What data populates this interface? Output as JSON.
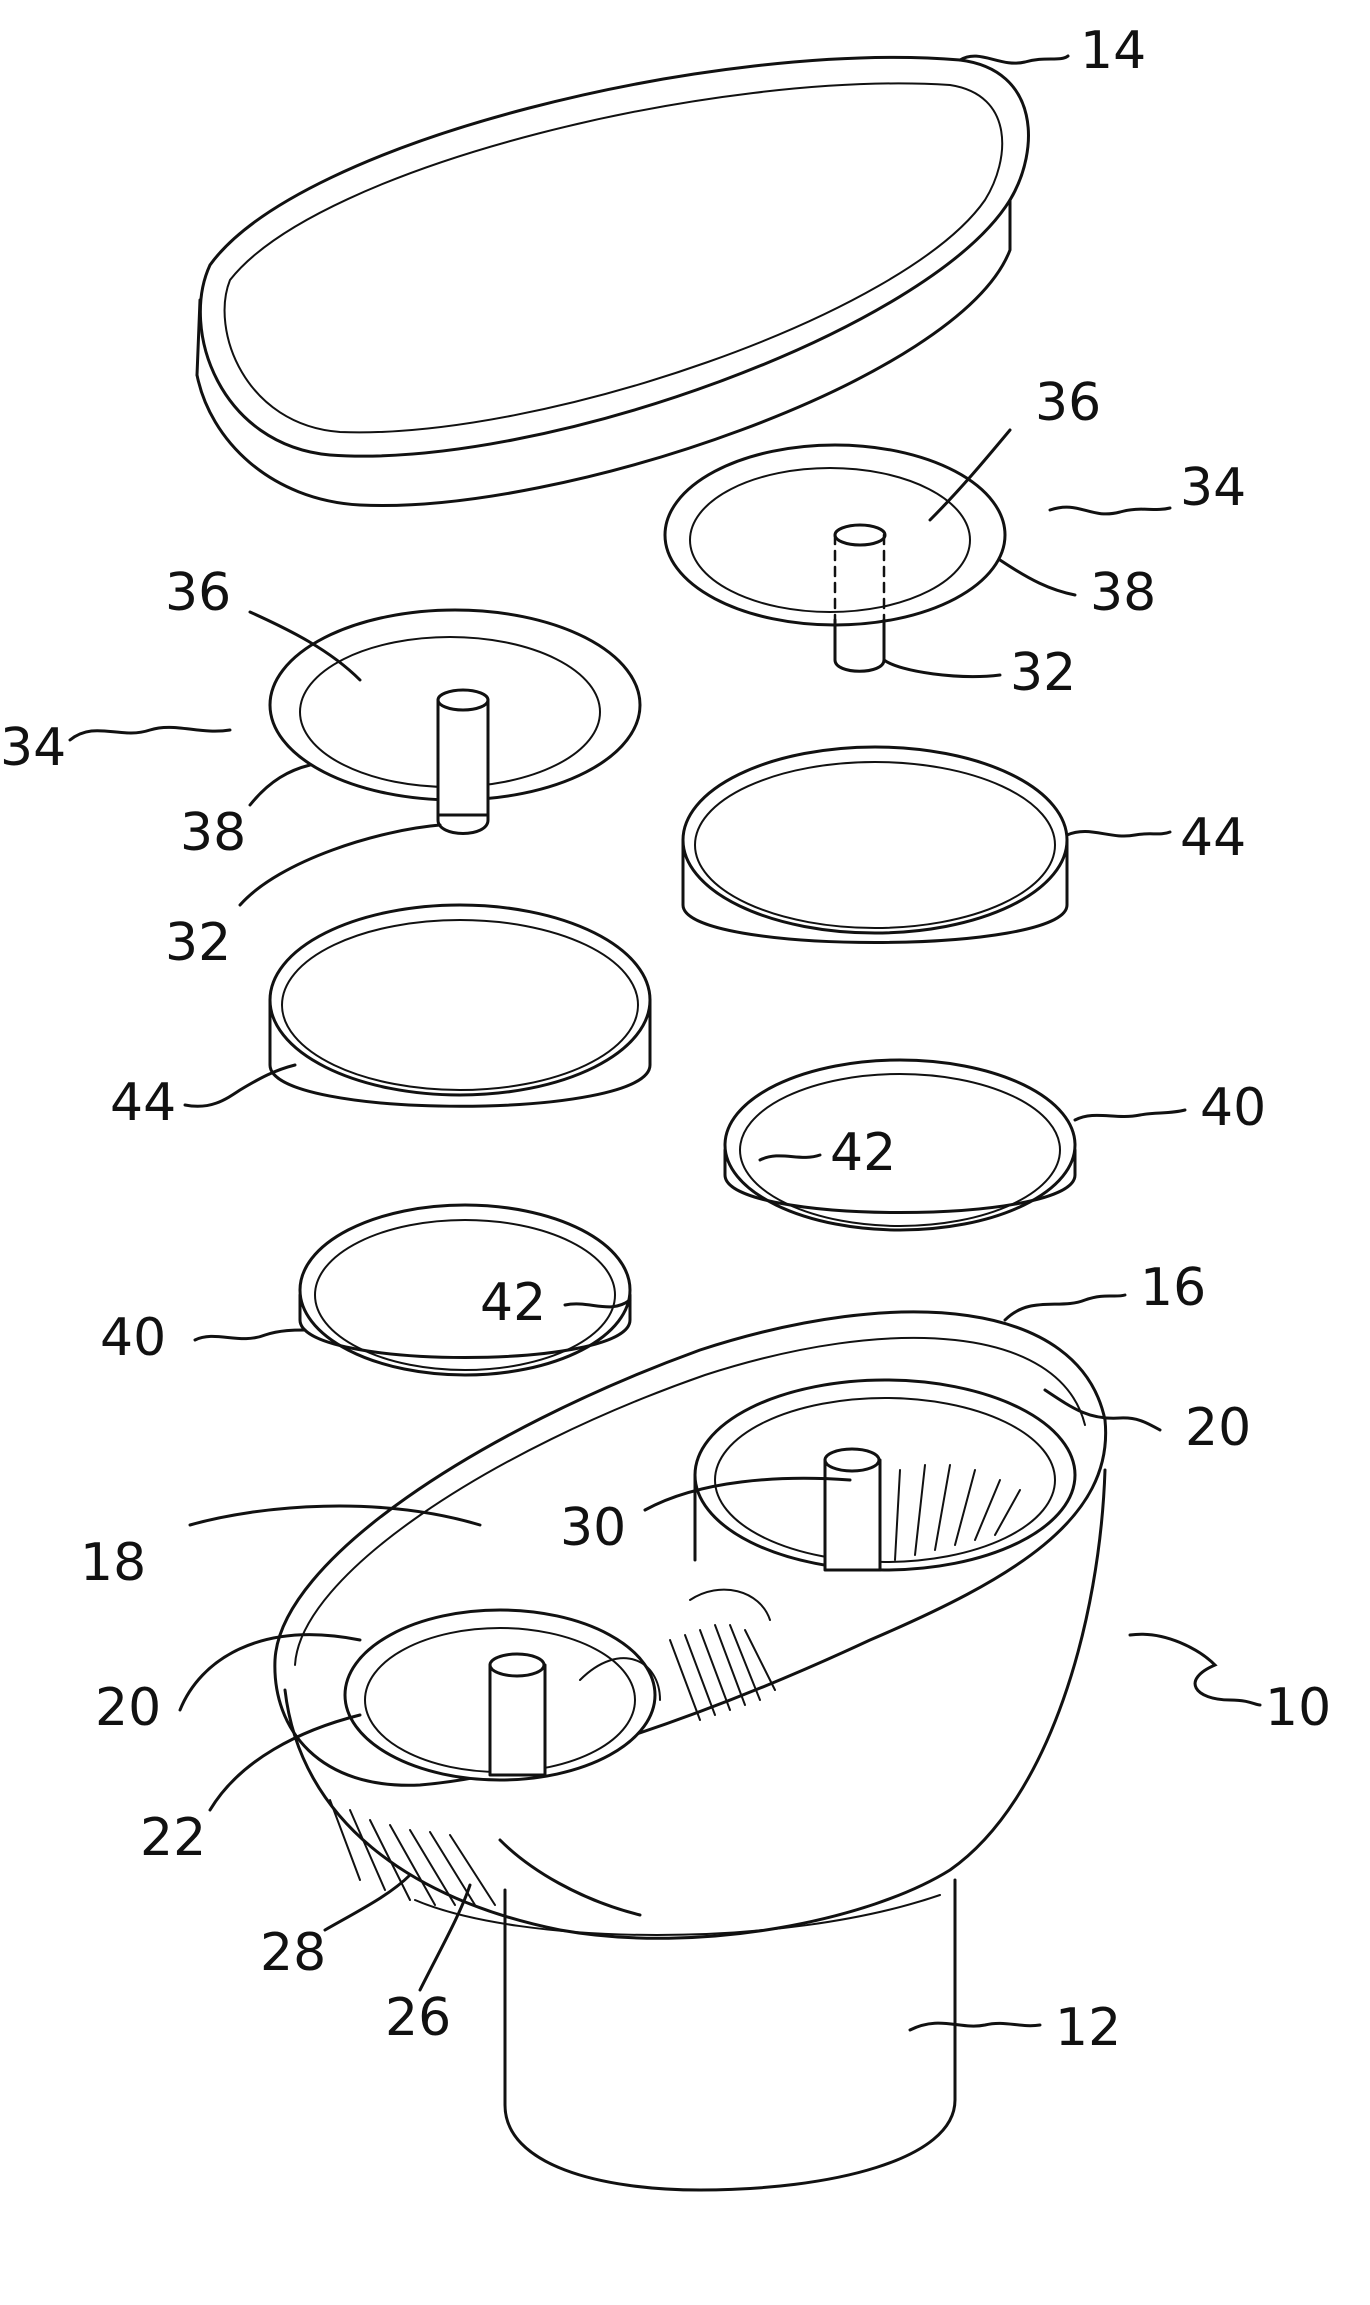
{
  "labels": {
    "l14": "14",
    "l36r": "36",
    "l34r": "34",
    "l38r": "38",
    "l32r": "32",
    "l36l": "36",
    "l34l": "34",
    "l38l": "38",
    "l32l": "32",
    "l44r": "44",
    "l44l": "44",
    "l40r": "40",
    "l42r": "42",
    "l40l": "40",
    "l42l": "42",
    "l16": "16",
    "l20r": "20",
    "l18": "18",
    "l30": "30",
    "l20l": "20",
    "l10": "10",
    "l22": "22",
    "l28": "28",
    "l26": "26",
    "l12": "12"
  }
}
